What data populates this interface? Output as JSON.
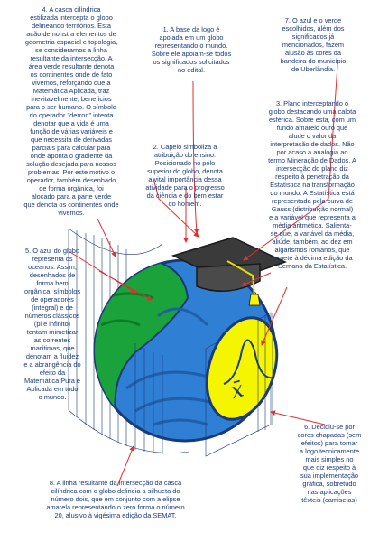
{
  "annotations": {
    "n1": "1. A base da logo é\napoiada em um globo\nrepresentando o mundo.\nSobre ele apoiam-se todos\nos significados solicitados\nno edital.",
    "n2": "2. Capelo simboliza a\natribuição do ensino.\nPosicionado no pólo\nsuperior do globo, denota\na vital importância dessa\natividade para o progresso\nda ciência e do bem estar\ndo homem.",
    "n3": "3. Plano interceptando o\nglobo destacando uma calota\nesférica. Sobre esta, com um\nfundo amarelo ouro que\nalude o valor da\ninterpretação de dados. Não\npor acaso a analogia ao\ntermo Mineração de Dados. A\nintersecção do plano diz\nrespeito à penetração da\nEstatística na transformação\ndo mundo. A Estatística está\nrepresentada pela curva de\nGauss (distribuição normal)\ne a variável que representa a\nmédia aritmética. Salienta-\nse que, a variável da média,\naliúde, também, ao dez em\nalgarismos romanos, que\nremete à décima edição da\nSemana da Estatística.",
    "n4": "4. A casca cilíndrica\nestilizada intercepta o globo\ndelineando territórios. Esta\nação demonstra elementos de\ngeometria espacial e topologia,\nse consideramos a linha\nresultante da intersecção. A\nárea verde resultante denota\nos continentes onde de fato\nvivemos, reforçando que a\nMatemática Aplicada, traz\ninevitavelmente, benefícios\npara o ser humano. O símbolo\ndo operador \"derron\" intenta\ndenotar que a vida é uma\nfunção de várias variáveis e\nque necessita de derivadas\nparciais para calcular para\nonde aponta o gradiente da\nsolução desejada para nossos\nproblemas. Por este motivo o\noperador, também desenhado\nde forma orgânica, foi\nalocado para a parte verde\nque denota os continentes onde\nvivemos.",
    "n5": "5. O azul do globo\nrepresenta os\noceanos. Assim,\ndesenhados de\nforma bem\norgânica, símbolos\nde operadores\n(integral) e de\nnúmeros clássicos\n(pi e infinito)\ntentam mimetizar\nas correntes\nmarítimas, que\ndenotam a fluidez\ne a abrangência do\nefeito da\nMatemática Pura e\nAplicada em todo\no mundo.",
    "n6": "6. Decidiu-se por\ncores chapadas (sem\nefeitos) para tornar\na logo tecnicamente\nmais simples no\nque diz respeito à\nsua implementação\ngráfica, sobretudo\nnas aplicações\ntêxteis (camisetas)",
    "n7": "7. O azul e o verde\nescolhidos, além dos\nsignificados já\nmencionados, fazem\nalusão às cores da\nbandeira do município\nde Uberlândia.",
    "n8": "8. A linha resultante da intersecção da casca\ncilíndrica com o globo delineia a silhueta do\nnúmero dois, que em conjunto com a elipse\namarela representando o zero forma o número\n20, alusivo à vigésima edição da SEMAT."
  },
  "logo": {
    "mean_symbol": "x̄",
    "colors": {
      "ocean": "#2f7fd4",
      "continent": "#1aa33a",
      "calota": "#f5f500",
      "cap": "#3a3a3a",
      "tassel": "#f5f500",
      "lines": "#1a3a7a",
      "text": "#1a3a7a"
    }
  }
}
